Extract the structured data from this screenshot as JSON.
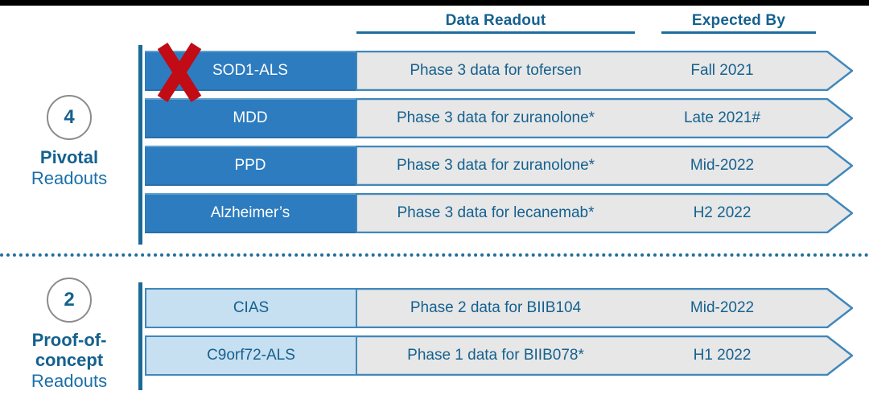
{
  "headers": {
    "data_readout": "Data Readout",
    "expected_by": "Expected By"
  },
  "colors": {
    "dark_blue": "#2c7cbf",
    "light_blue": "#c6dff1",
    "gray_body": "#e7e7e7",
    "text_blue": "#15618f",
    "border_blue": "#3f87bb",
    "axis_blue": "#1b6a96",
    "cross_red": "#c10b15",
    "top_bar": "#000000"
  },
  "sections": [
    {
      "badge_count": "4",
      "badge_title": "Pivotal",
      "badge_sub": "Readouts",
      "style": "dark",
      "rows": [
        {
          "program": "SOD1-ALS",
          "readout": "Phase 3 data for tofersen",
          "expected": "Fall 2021",
          "crossed_out": true
        },
        {
          "program": "MDD",
          "readout": "Phase 3 data for zuranolone*",
          "expected": "Late 2021#",
          "crossed_out": false
        },
        {
          "program": "PPD",
          "readout": "Phase 3 data for zuranolone*",
          "expected": "Mid-2022",
          "crossed_out": false
        },
        {
          "program": "Alzheimer’s",
          "readout": "Phase 3 data for lecanemab*",
          "expected": "H2 2022",
          "crossed_out": false
        }
      ]
    },
    {
      "badge_count": "2",
      "badge_title": "Proof-of-\nconcept",
      "badge_sub": "Readouts",
      "style": "light",
      "rows": [
        {
          "program": "CIAS",
          "readout": "Phase 2 data for BIIB104",
          "expected": "Mid-2022",
          "crossed_out": false
        },
        {
          "program": "C9orf72-ALS",
          "readout": "Phase 1 data for BIIB078*",
          "expected": "H1 2022",
          "crossed_out": false
        }
      ]
    }
  ],
  "icons": {
    "cross": "cross-out-icon"
  }
}
